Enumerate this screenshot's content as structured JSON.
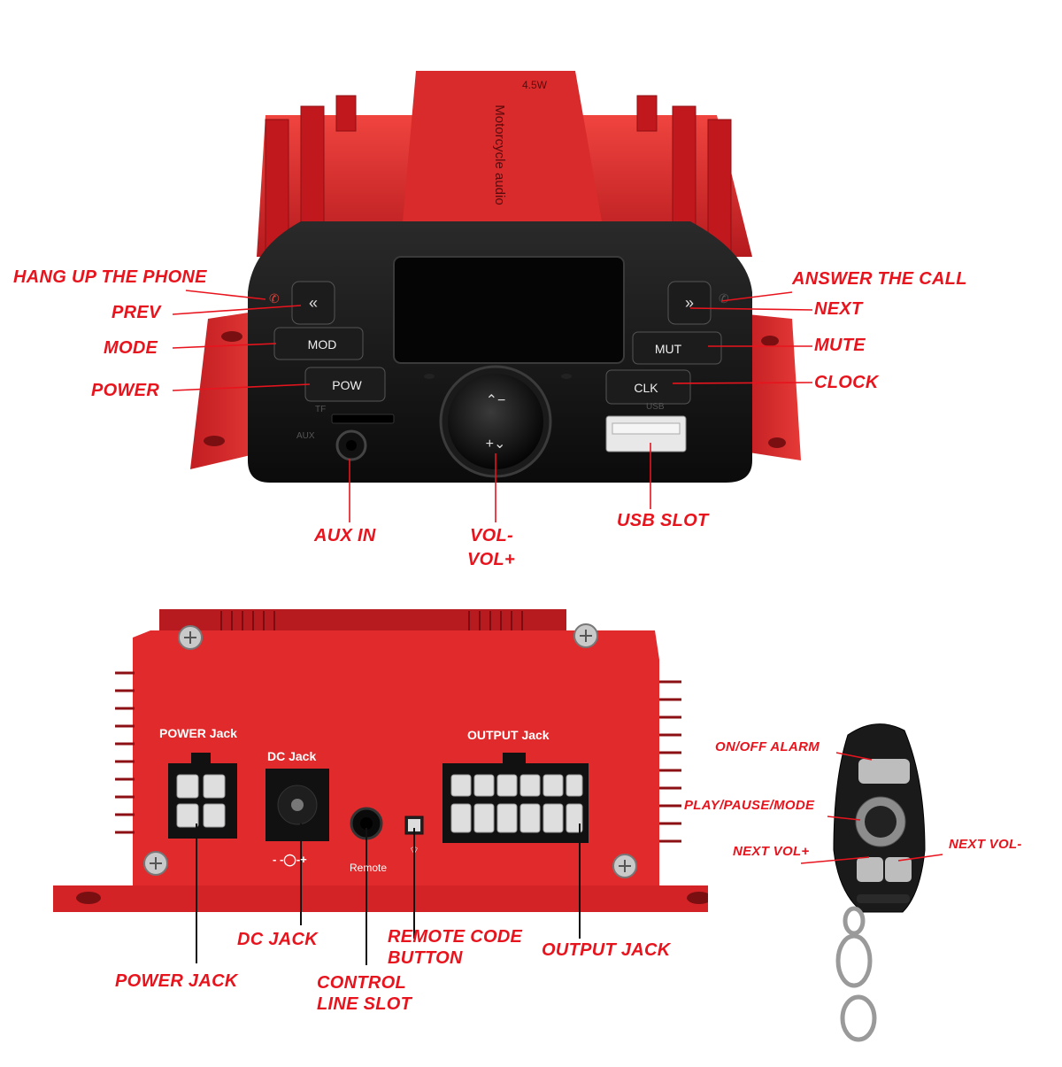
{
  "front_device": {
    "brand_text": "Motorcycle audio",
    "model_text": "4.5W",
    "buttons": {
      "mod": "MOD",
      "pow": "POW",
      "mut": "MUT",
      "clk": "CLK",
      "prev_glyph": "«",
      "next_glyph": "»"
    },
    "port_labels": {
      "tf": "TF",
      "aux": "AUX",
      "usb": "USB"
    }
  },
  "front_callouts": {
    "hang_up": "HANG UP THE PHONE",
    "prev": "PREV",
    "mode": "MODE",
    "power": "POWER",
    "answer": "ANSWER THE CALL",
    "next": "NEXT",
    "mute": "MUTE",
    "clock": "CLOCK",
    "aux_in": "AUX IN",
    "vol_minus": "VOL-",
    "vol_plus": "VOL+",
    "usb_slot": "USB SLOT"
  },
  "rear_device": {
    "power_jack_label": "POWER Jack",
    "dc_jack_label": "DC Jack",
    "output_jack_label": "OUTPUT Jack",
    "dc_polarity": "- -◯-+",
    "remote_label": "Remote"
  },
  "rear_callouts": {
    "power_jack": "POWER JACK",
    "dc_jack": "DC JACK",
    "control_line_slot": "CONTROL LINE SLOT",
    "remote_code_button": "REMOTE CODE BUTTON",
    "output_jack": "OUTPUT JACK"
  },
  "remote_callouts": {
    "on_off_alarm": "ON/OFF ALARM",
    "play_pause_mode": "PLAY/PAUSE/MODE",
    "next_vol_plus": "NEXT VOL+",
    "next_vol_minus": "NEXT VOL-"
  },
  "colors": {
    "callout_red": "#e8141d",
    "chassis_red": "#d9262a",
    "chassis_dark_red": "#9e1418",
    "panel_black": "#111111"
  },
  "icons": [
    "phone-hangup-icon",
    "phone-answer-icon",
    "prev-icon",
    "next-icon",
    "vol-up-icon",
    "vol-down-icon",
    "remote-signal-icon",
    "screw-icon",
    "keyring-icon"
  ]
}
